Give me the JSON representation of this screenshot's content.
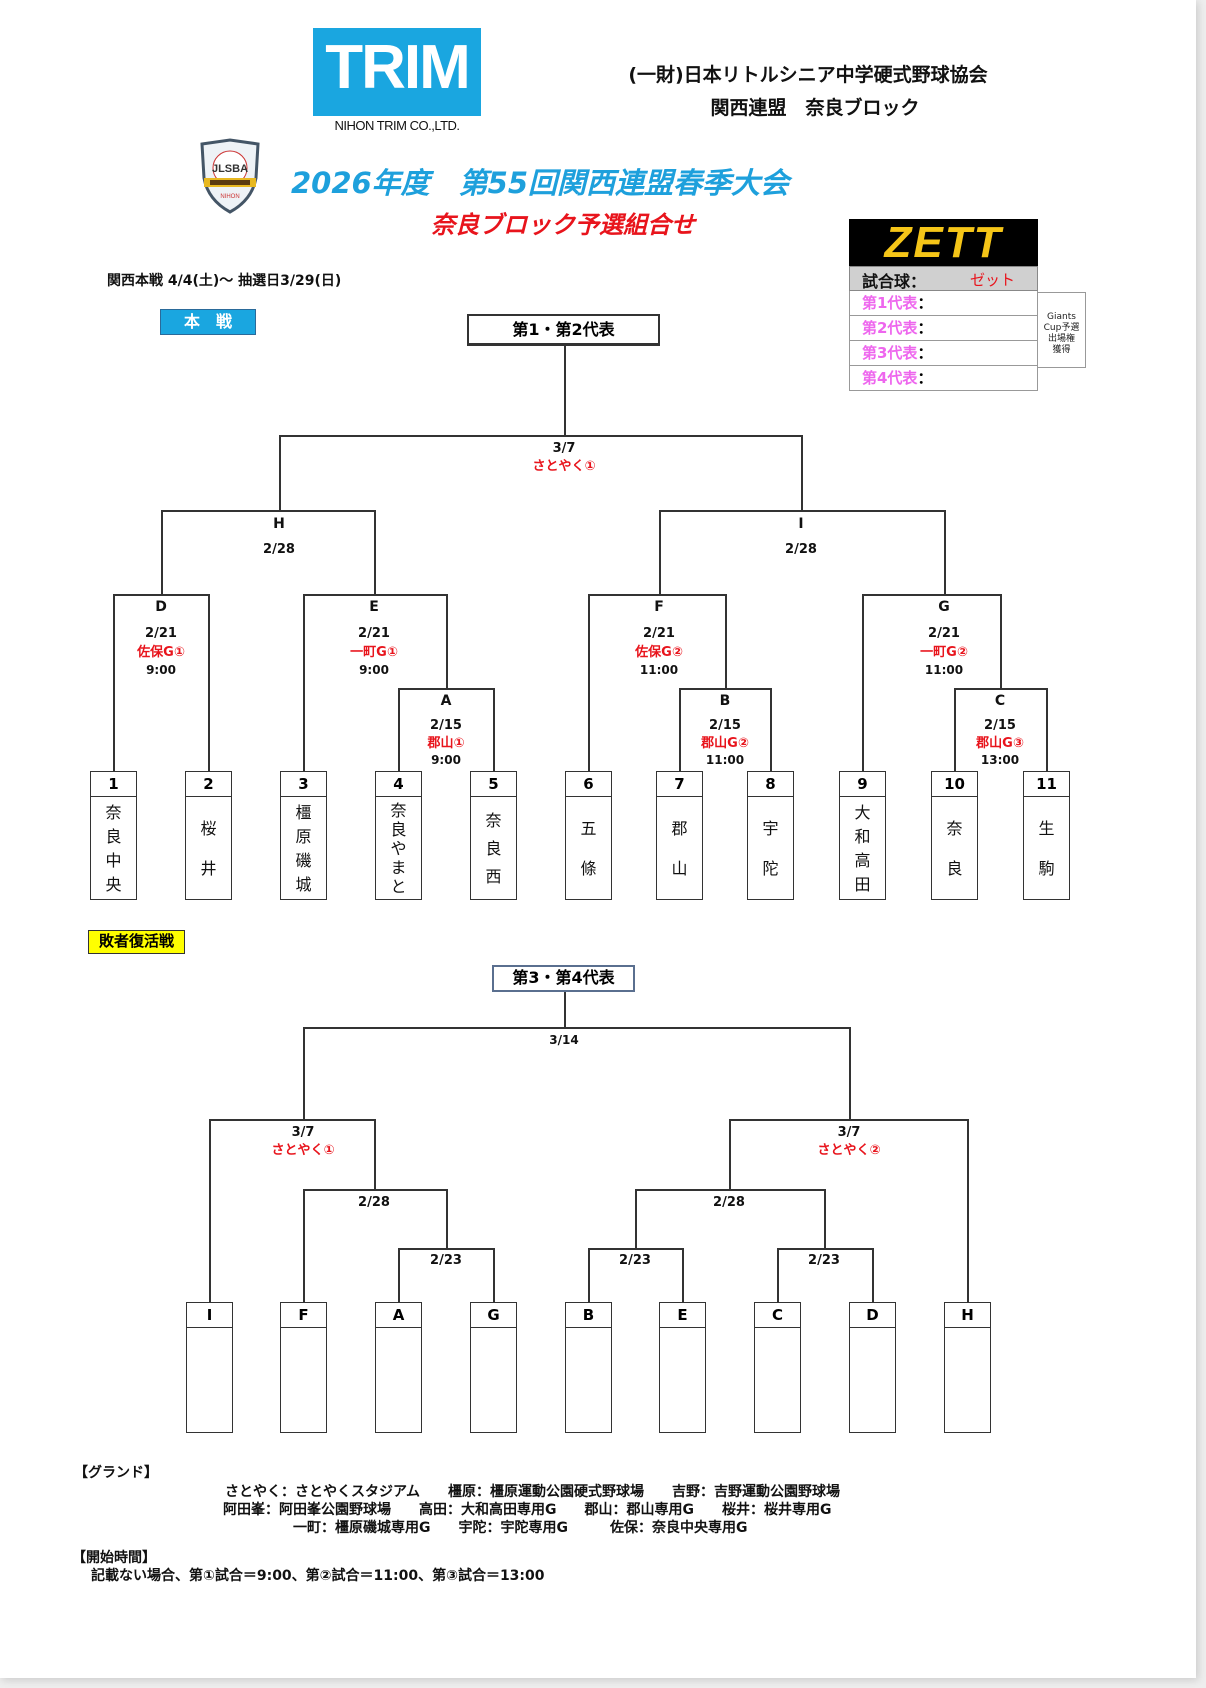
{
  "header": {
    "sponsor_logo_text": "TRIM",
    "sponsor_logo_sub": "NIHON TRIM CO.,LTD.",
    "org_line1": "(一財)日本リトルシニア中学硬式野球協会",
    "org_line2": "関西連盟　奈良ブロック",
    "title": "2026年度　第55回関西連盟春季大会",
    "subtitle": "奈良ブロック予選組合せ",
    "emblem_text": "JLSBA",
    "schedule_note": "関西本戦 4/4(土)〜 抽選日3/29(日)"
  },
  "ball_sponsor": {
    "logo_text": "ZETT",
    "label": "試合球：",
    "value": "ゼット",
    "reps": [
      "第1代表",
      "第2代表",
      "第3代表",
      "第4代表"
    ],
    "rep_colon": "：",
    "giants_note": [
      "Giants",
      "Cup予選",
      "出場権",
      "獲得"
    ]
  },
  "main_bracket": {
    "section_label": "本　戦",
    "final_box": "第1・第2代表",
    "final": {
      "date": "3/7",
      "venue": "さとやく①"
    },
    "semis": [
      {
        "label": "H",
        "date": "2/28"
      },
      {
        "label": "I",
        "date": "2/28"
      }
    ],
    "quarters": [
      {
        "label": "D",
        "date": "2/21",
        "venue": "佐保G①",
        "time": "9:00"
      },
      {
        "label": "E",
        "date": "2/21",
        "venue": "一町G①",
        "time": "9:00"
      },
      {
        "label": "F",
        "date": "2/21",
        "venue": "佐保G②",
        "time": "11:00"
      },
      {
        "label": "G",
        "date": "2/21",
        "venue": "一町G②",
        "time": "11:00"
      }
    ],
    "first_round": [
      {
        "label": "A",
        "date": "2/15",
        "venue": "郡山①",
        "time": "9:00"
      },
      {
        "label": "B",
        "date": "2/15",
        "venue": "郡山G②",
        "time": "11:00"
      },
      {
        "label": "C",
        "date": "2/15",
        "venue": "郡山G③",
        "time": "13:00"
      }
    ],
    "teams": [
      {
        "num": "1",
        "chars": [
          "奈",
          "良",
          "中",
          "央"
        ]
      },
      {
        "num": "2",
        "chars": [
          "桜",
          "井"
        ]
      },
      {
        "num": "3",
        "chars": [
          "橿",
          "原",
          "磯",
          "城"
        ]
      },
      {
        "num": "4",
        "chars": [
          "奈",
          "良",
          "や",
          "ま",
          "と"
        ]
      },
      {
        "num": "5",
        "chars": [
          "奈",
          "良",
          "西"
        ]
      },
      {
        "num": "6",
        "chars": [
          "五",
          "條"
        ]
      },
      {
        "num": "7",
        "chars": [
          "郡",
          "山"
        ]
      },
      {
        "num": "8",
        "chars": [
          "宇",
          "陀"
        ]
      },
      {
        "num": "9",
        "chars": [
          "大",
          "和",
          "高",
          "田"
        ]
      },
      {
        "num": "10",
        "chars": [
          "奈",
          "良"
        ]
      },
      {
        "num": "11",
        "chars": [
          "生",
          "駒"
        ]
      }
    ]
  },
  "loser_bracket": {
    "section_label": "敗者復活戦",
    "final_box": "第3・第4代表",
    "final": {
      "date": "3/14"
    },
    "semis": [
      {
        "date": "3/7",
        "venue": "さとやく①"
      },
      {
        "date": "3/7",
        "venue": "さとやく②"
      }
    ],
    "quarters": [
      {
        "date": "2/28"
      },
      {
        "date": "2/28"
      }
    ],
    "first_round": [
      {
        "date": "2/23"
      },
      {
        "date": "2/23"
      },
      {
        "date": "2/23"
      }
    ],
    "slots": [
      "I",
      "F",
      "A",
      "G",
      "B",
      "E",
      "C",
      "D",
      "H"
    ]
  },
  "footer": {
    "ground_heading": "【グランド】",
    "grounds_line1": "さとやく：さとやくスタジアム　　橿原：橿原運動公園硬式野球場　　吉野：吉野運動公園野球場",
    "grounds_line2": "阿田峯：阿田峯公園野球場　　高田：大和高田専用G　　郡山：郡山専用G　　桜井：桜井専用G",
    "grounds_line3": "一町：橿原磯城専用G　　宇陀：宇陀専用G　　　佐保：奈良中央専用G",
    "time_heading": "【開始時間】",
    "time_note": "記載ない場合、第①試合＝9:00、第②試合＝11:00、第③試合＝13:00"
  },
  "colors": {
    "title_blue": "#1ea0dc",
    "red": "#e8141c",
    "rep_pink": "#ee66ee",
    "section_blue": "#1aa6e0",
    "section_yellow": "#ffff00",
    "zett_yellow": "#f5c518"
  }
}
